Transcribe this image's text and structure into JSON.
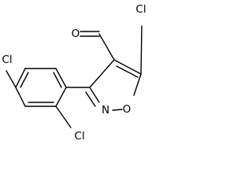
{
  "molecule": {
    "atoms": {
      "oxygen_aldehyde": "O",
      "chlorine_ring": "Cl",
      "oxygen_ring": "O",
      "nitrogen_ring": "N",
      "chlorine_ortho": "Cl",
      "chlorine_para": "Cl"
    }
  }
}
